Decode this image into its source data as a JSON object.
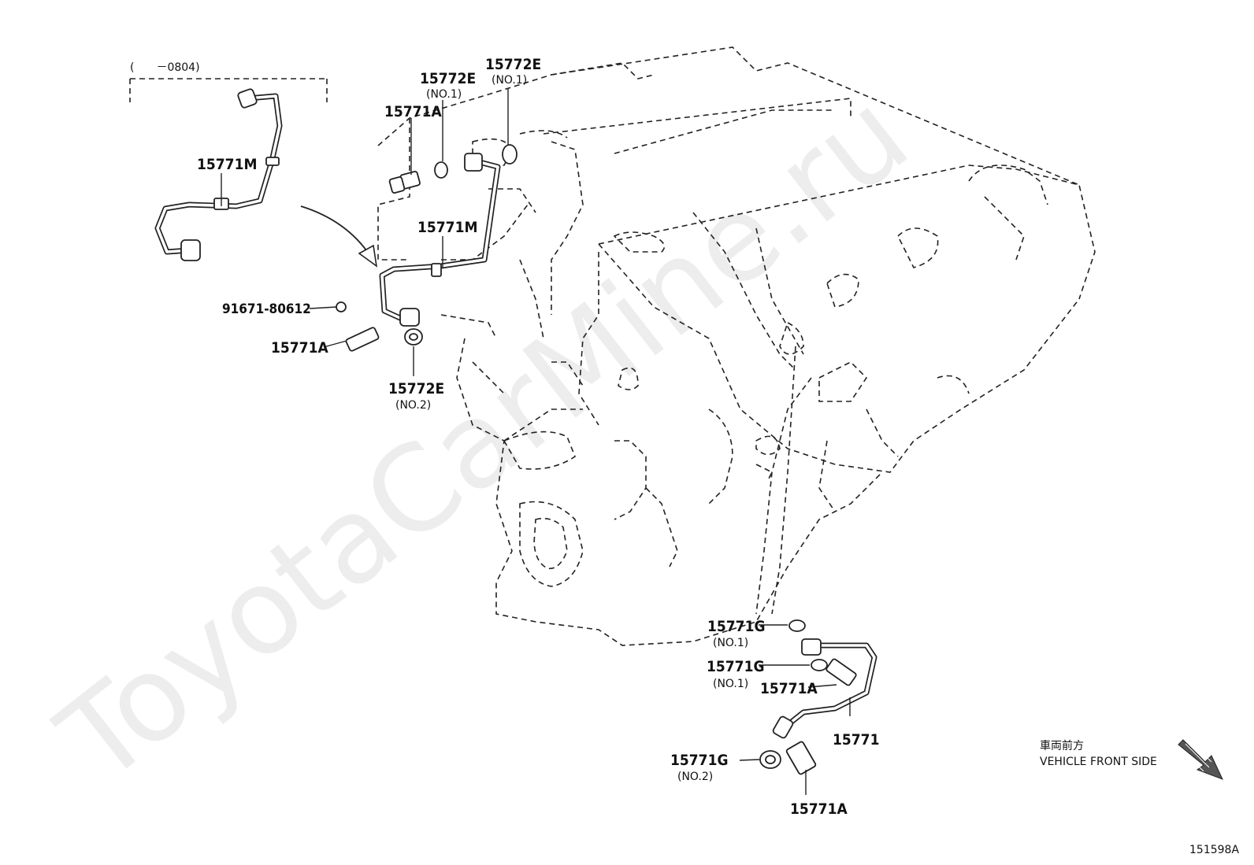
{
  "watermark": "ToyotaCarMine.ru",
  "variant_note": "(　　－0804)",
  "labels": {
    "hose_top_left": "15771M",
    "hose_mid": "15771M",
    "bolt_top": "15771A",
    "gasket_top_a": "15772E",
    "gasket_top_a_sub": "(NO.1)",
    "gasket_top_b": "15772E",
    "gasket_top_b_sub": "(NO.1)",
    "bolt_screw": "91671-80612",
    "bolt_left": "15771A",
    "gasket_mid": "15772E",
    "gasket_mid_sub": "(NO.2)",
    "gasket_low_1": "15771G",
    "gasket_low_1_sub": "(NO.1)",
    "gasket_low_2": "15771G",
    "gasket_low_2_sub": "(NO.1)",
    "bolt_low": "15771A",
    "pipe_low": "15771",
    "gasket_low_3": "15771G",
    "gasket_low_3_sub": "(NO.2)",
    "bolt_bottom": "15771A"
  },
  "direction": {
    "jp": "車両前方",
    "en": "VEHICLE FRONT SIDE"
  },
  "figure_number": "151598A"
}
